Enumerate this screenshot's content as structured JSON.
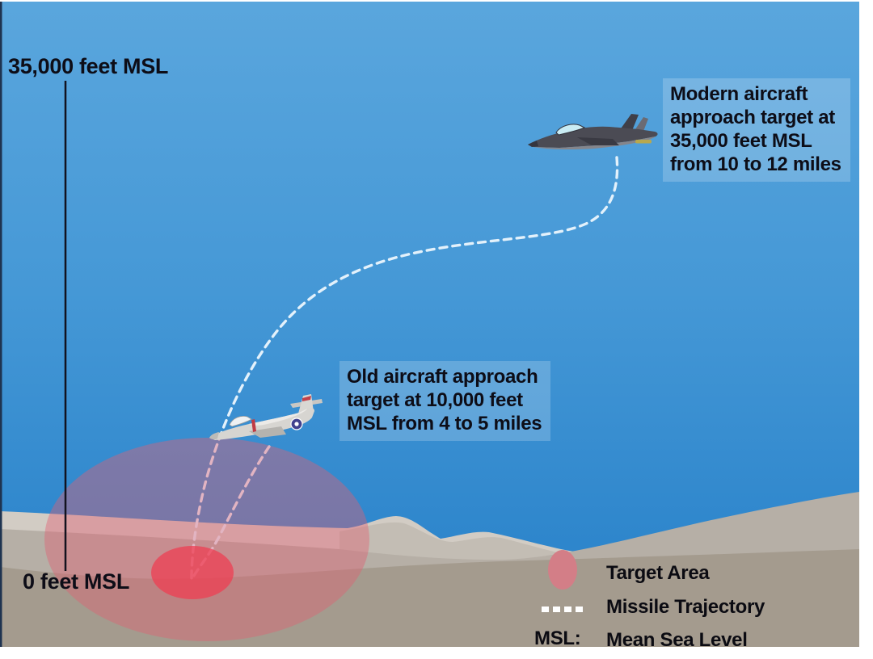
{
  "labels": {
    "altitude_top": "35,000 feet MSL",
    "altitude_bottom": "0 feet MSL"
  },
  "annotations": {
    "modern_aircraft": {
      "lines": [
        "Modern aircraft",
        "approach target at",
        "35,000 feet MSL",
        "from 10 to 12 miles"
      ]
    },
    "old_aircraft": {
      "lines": [
        "Old aircraft approach",
        "target at 10,000 feet",
        "MSL from 4 to 5 miles"
      ]
    }
  },
  "legend": {
    "target_area_label": "Target Area",
    "missile_trajectory_label": "Missile Trajectory",
    "msl_abbr": "MSL:",
    "msl_label": "Mean Sea Level"
  },
  "colors": {
    "sky_top": "#5aa6dd",
    "sky_mid": "#4598d6",
    "sky_bottom": "#2e86cc",
    "terrain_far": "#d2ccc4",
    "terrain_ridge": "#c3bdb4",
    "terrain_mid": "#b6afa6",
    "terrain_near": "#a49b8e",
    "target_dome": "#e15f73",
    "inner_dome": "#f03c50",
    "trajectory": "#e3f1fb",
    "reference_line": "#12121e",
    "text": "#0d0d17",
    "legend_ellipse": "#d37e87",
    "edge_line": "#1e3350"
  }
}
